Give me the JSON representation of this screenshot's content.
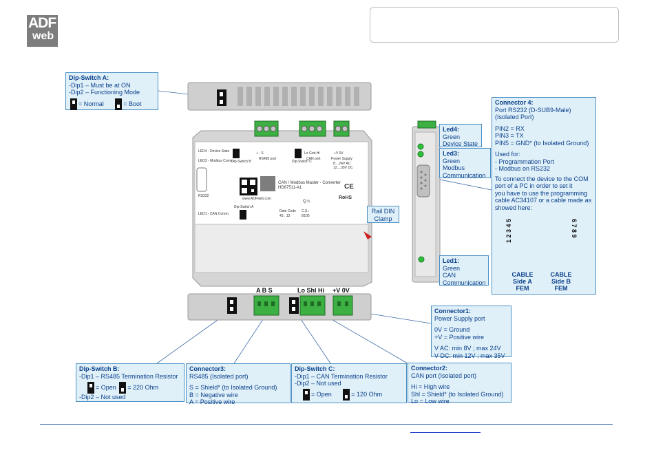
{
  "logo": {
    "line1": "ADF",
    "line2": "web"
  },
  "device": {
    "port_rs485_label": "RS485 port",
    "port_can_label": "CAN port",
    "power_label": "Power Supply",
    "power_range1": "8....24V AC",
    "power_range2": "12....35V DC",
    "term_rs485": "+  -  S",
    "term_can": "Lo  Gnd  Hi",
    "term_power": "+V  0V",
    "led4_small": "LED4 - Device State",
    "led3_small": "LED3 - Modbus Comm.",
    "led1_small": "LED1 - CAN Comm.",
    "rs232_small": "RS232",
    "dip_b_small": "Dip-Switch B",
    "dip_c_small": "Dip-Switch C",
    "dip_a_small": "Dip-Switch A",
    "product_name": "CAN / Modbus Master - Converter",
    "product_code": "HD67511-A1",
    "website": "www.ADFweb.com",
    "sn": "Q.n.",
    "date_code_label": "Date Code",
    "date_code": "43 . 13",
    "cs_label": "C.S.:",
    "cs": "B105",
    "ce": "CE",
    "rohs": "RoHS"
  },
  "bottom_terminals": {
    "rs485": "A  B  S",
    "can": "Lo Shl Hi",
    "power": "+V 0V"
  },
  "callouts": {
    "dipA": {
      "title": "Dip-Switch A:",
      "l1": "-Dip1 – Must be at ON",
      "l2": "-Dip2 – Functioning Mode",
      "normal": "= Normal",
      "boot": "= Boot"
    },
    "rail": {
      "l1": "Rail DIN",
      "l2": "Clamp"
    },
    "led4": {
      "title": "Led4:",
      "l1": "Green",
      "l2": "Device State"
    },
    "led3": {
      "title": "Led3:",
      "l1": "Green",
      "l2": "Modbus",
      "l3": "Communication"
    },
    "led1": {
      "title": "Led1:",
      "l1": "Green",
      "l2": "CAN",
      "l3": "Communication"
    },
    "conn4": {
      "title": "Connector 4:",
      "l1": "Port RS232 (D-SUB9-Male)",
      "l2": "(Isolated Port)",
      "l3": "PIN2 = RX",
      "l4": "PIN3 = TX",
      "l5": "PIN5 = GND* (to Isolated Ground)",
      "l6": "Used for:",
      "l7": "- Programmation Port",
      "l8": "- Modbus on RS232",
      "l9": "To connect the device to the COM",
      "l10": "port of a PC in order to set it",
      "l11": "you have to use the programming",
      "l12": "cable AC34107 or a cable made as",
      "l13": "showed here:",
      "pins_a": "1 2 3 4 5",
      "pins_b": "6 7 8 9",
      "cable_a": "CABLE Side A FEM",
      "cable_b": "CABLE Side B FEM"
    },
    "conn1": {
      "title": "Connector1:",
      "l1": "Power Supply port",
      "l2": "0V = Ground",
      "l3": "+V = Positive wire",
      "l4": "V AC: min 8V ; max 24V",
      "l5": "V DC: min 12V ; max 35V"
    },
    "dipB": {
      "title": "Dip-Switch B:",
      "l1": "-Dip1 – RS485 Termination Resistor",
      "open": "= Open",
      "ohm": "= 220 Ohm",
      "l2": "-Dip2 – Not used"
    },
    "conn3": {
      "title": "Connector3:",
      "l1": "RS485 (Isolated port)",
      "l2": "S = Shield* (to Isolated Ground)",
      "l3": "B = Negative wire",
      "l4": "A = Positive wire"
    },
    "dipC": {
      "title": "Dip-Switch C:",
      "l1": "-Dip1 – CAN Termination Resistor",
      "l2": "-Dip2 – Not used",
      "open": "= Open",
      "ohm": "= 120 Ohm"
    },
    "conn2": {
      "title": "Connector2:",
      "l1": "CAN port (Isolated port)",
      "l2": "Hi = High wire",
      "l3": "Shl = Shield* (to Isolated Ground)",
      "l4": "Lo = Low wire"
    }
  },
  "colors": {
    "callout_bg": "#dff0f9",
    "callout_border": "#4a8fc4",
    "callout_text": "#0b3f8a",
    "terminal_green": "#3cb043",
    "led_green": "#2fbf3a",
    "device_grey": "#c8c8c8"
  }
}
